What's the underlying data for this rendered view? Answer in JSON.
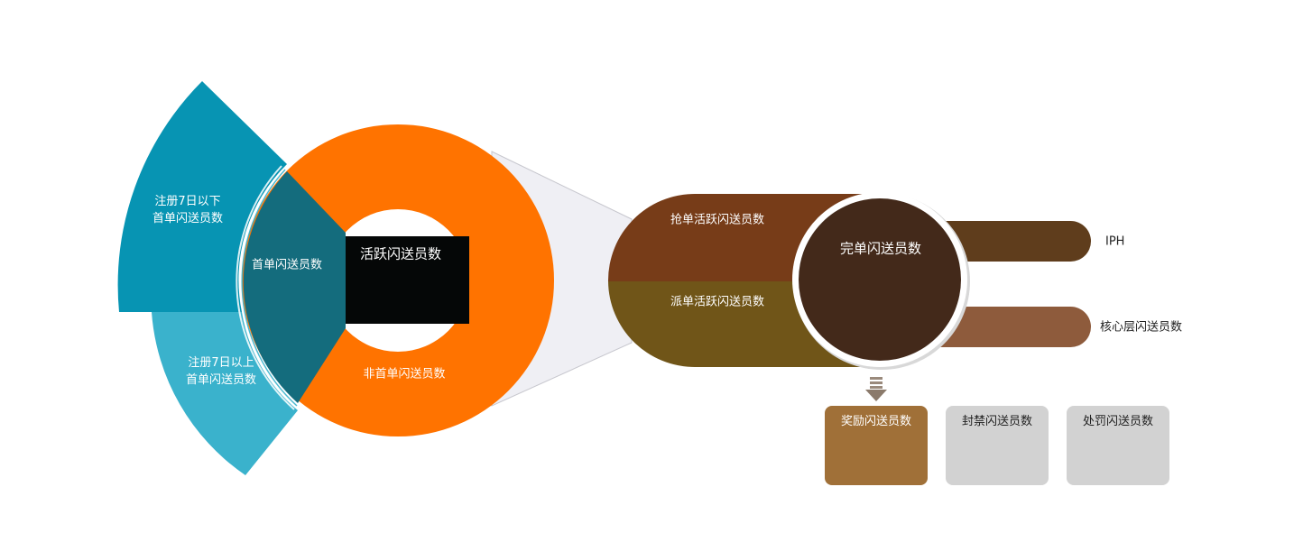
{
  "labels": {
    "reg_below_7_line1": "注册7日以下",
    "reg_below_7_line2": "首单闪送员数",
    "reg_above_7_line1": "注册7日以上",
    "reg_above_7_line2": "首单闪送员数",
    "first_order": "首单闪送员数",
    "active": "活跃闪送员数",
    "non_first_order": "非首单闪送员数",
    "grab_active": "抢单活跃闪送员数",
    "dispatch_active": "派单活跃闪送员数",
    "completed": "完单闪送员数",
    "iph": "IPH",
    "core_layer": "核心层闪送员数",
    "reward": "奖励闪送员数",
    "banned": "封禁闪送员数",
    "punished": "处罚闪送员数"
  },
  "colors": {
    "teal_dark": "#0794B3",
    "teal_light": "#3AB2CC",
    "teal_overlap": "#146C7D",
    "orange": "#FF7300",
    "black_band": "#050707",
    "connector": "#EFEFF4",
    "brown_top": "#773C18",
    "olive_bottom": "#705518",
    "completed_circle": "#43291A",
    "iph_bar": "#5F3D1C",
    "core_bar": "#8E5B3C",
    "reward_card": "#A07038",
    "grey_card": "#D2D2D2"
  },
  "icons": {
    "down_arrow": "down-arrow-icon"
  }
}
